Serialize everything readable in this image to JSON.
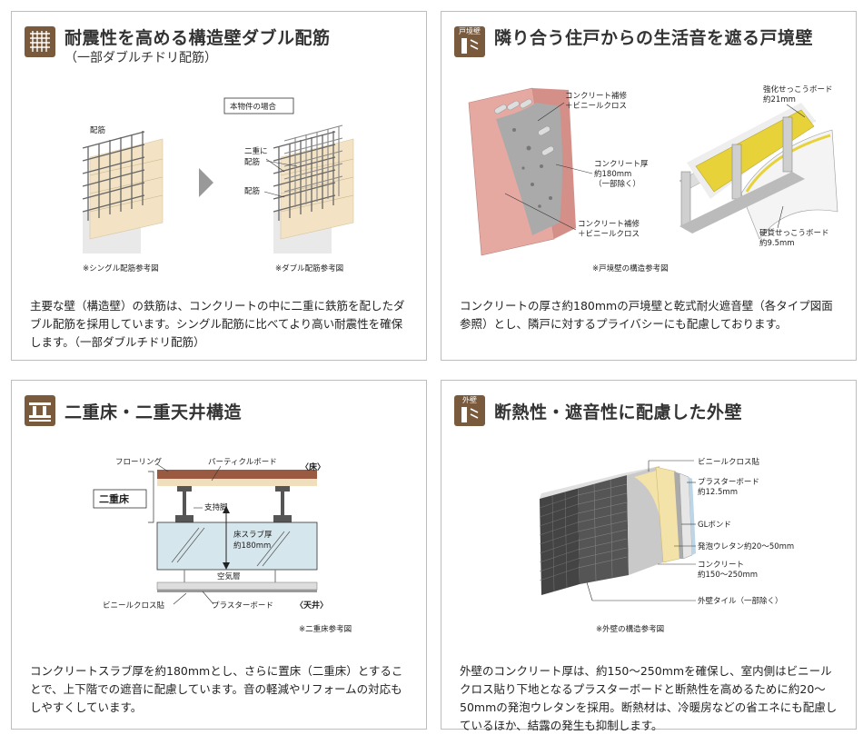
{
  "panels": {
    "p1": {
      "title": "耐震性を高める構造壁ダブル配筋",
      "subtitle": "（一部ダブルチドリ配筋）",
      "labels": {
        "rebar": "配筋",
        "this_property": "本物件の場合",
        "double_rebar": "二重に\n配筋",
        "double_line1": "二重に",
        "double_line2": "配筋",
        "rebar2": "配筋"
      },
      "captions": {
        "single": "※シングル配筋参考図",
        "double": "※ダブル配筋参考図"
      },
      "body": "主要な壁（構造壁）の鉄筋は、コンクリートの中に二重に鉄筋を配したダブル配筋を採用しています。シングル配筋に比べてより高い耐震性を確保します。（一部ダブルチドリ配筋）",
      "icon": "rebar-grid-icon"
    },
    "p2": {
      "icon_tag": "戸境壁",
      "title": "隣り合う住戸からの生活音を遮る戸境壁",
      "labels": {
        "concrete_repair_top_1": "コンクリート補修",
        "concrete_repair_top_2": "＋ビニールクロス",
        "thickness_1": "コンクリート厚",
        "thickness_2": "約180mm",
        "thickness_3": "（一部除く）",
        "concrete_repair_bottom_1": "コンクリート補修",
        "concrete_repair_bottom_2": "＋ビニールクロス",
        "reinforced_board_1": "強化せっこうボード",
        "reinforced_board_2": "約21mm",
        "hard_board_1": "硬質せっこうボード",
        "hard_board_2": "約9.5mm"
      },
      "caption": "※戸境壁の構造参考図",
      "body": "コンクリートの厚さ約180mmの戸境壁と乾式耐火遮音壁（各タイプ図面参照）とし、隣戸に対するプライバシーにも配慮しております。"
    },
    "p3": {
      "title": "二重床・二重天井構造",
      "labels": {
        "flooring": "フローリング",
        "particle_board": "パーティクルボード",
        "floor": "〈床〉",
        "double_floor": "二重床",
        "support_leg": "支持脚",
        "slab_1": "床スラブ厚",
        "slab_2": "約180mm",
        "air_layer": "空気層",
        "vinyl_cloth": "ビニールクロス貼",
        "plaster_board": "プラスターボード",
        "ceiling": "〈天井〉"
      },
      "caption": "※二重床参考図",
      "body": "コンクリートスラブ厚を約180mmとし、さらに置床（二重床）とすることで、上下階での遮音に配慮しています。音の軽減やリフォームの対応もしやすくしています。"
    },
    "p4": {
      "icon_tag": "外壁",
      "title": "断熱性・遮音性に配慮した外壁",
      "labels": {
        "vinyl_cloth": "ビニールクロス貼",
        "plaster_1": "プラスターボード",
        "plaster_2": "約12.5mm",
        "gl_bond": "GLボンド",
        "urethane": "発泡ウレタン約20～50mm",
        "concrete_1": "コンクリート",
        "concrete_2": "約150～250mm",
        "tile": "外壁タイル（一部除く）"
      },
      "caption": "※外壁の構造参考図",
      "body": "外壁のコンクリート厚は、約150～250mmを確保し、室内側はビニールクロス貼り下地となるプラスターボードと断熱性を高めるために約20～50mmの発泡ウレタンを採用。断熱材は、冷暖房などの省エネにも配慮しているほか、結露の発生も抑制します。"
    }
  },
  "colors": {
    "icon_brown": "#7a5a3c",
    "wall_pink": "#e6a9a2",
    "insulation_yellow": "#e8d23a",
    "wood_beige": "#f3e3c4",
    "tile_dark": "#444444"
  }
}
